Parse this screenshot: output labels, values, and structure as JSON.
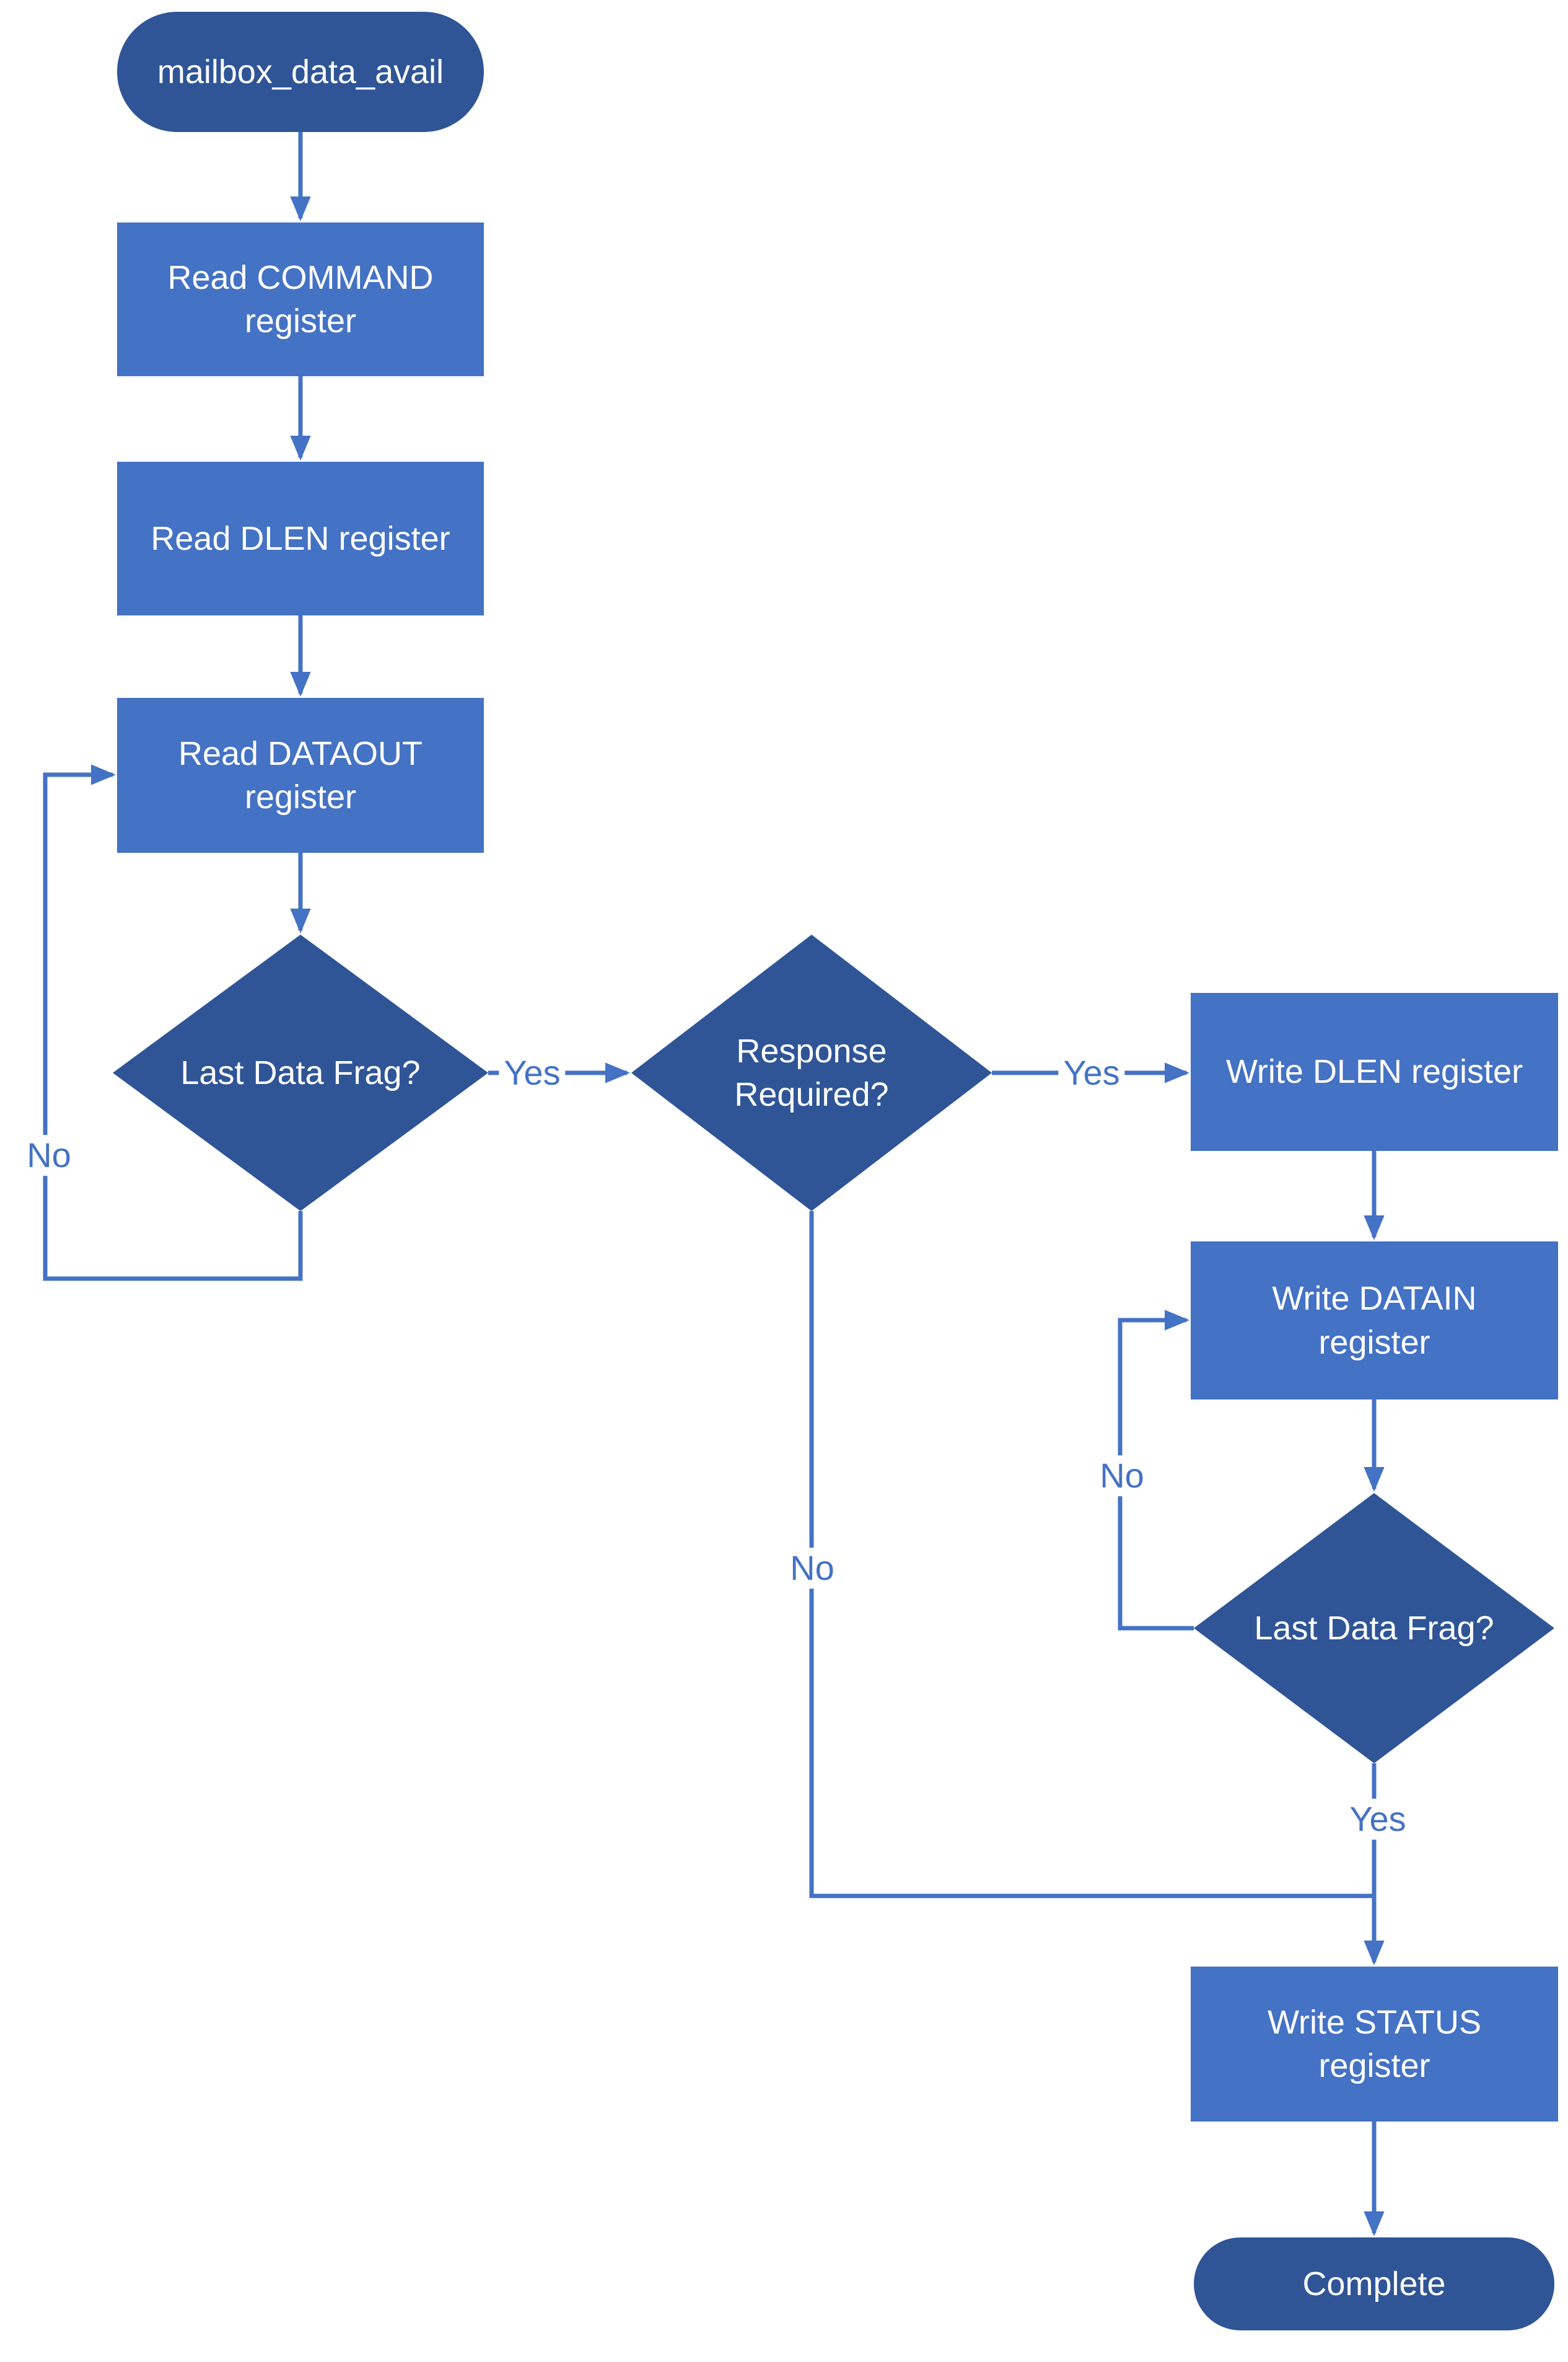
{
  "diagram": {
    "nodes": {
      "start": {
        "type": "terminator",
        "label": "mailbox_data_avail"
      },
      "read_command": {
        "type": "process",
        "label": "Read COMMAND\nregister"
      },
      "read_dlen": {
        "type": "process",
        "label": "Read DLEN register"
      },
      "read_dataout": {
        "type": "process",
        "label": "Read DATAOUT\nregister"
      },
      "last_frag_read": {
        "type": "decision",
        "label": "Last Data Frag?"
      },
      "response_required": {
        "type": "decision",
        "label": "Response\nRequired?"
      },
      "write_dlen": {
        "type": "process",
        "label": "Write DLEN register"
      },
      "write_datain": {
        "type": "process",
        "label": "Write DATAIN\nregister"
      },
      "last_frag_write": {
        "type": "decision",
        "label": "Last Data Frag?"
      },
      "write_status": {
        "type": "process",
        "label": "Write STATUS\nregister"
      },
      "complete": {
        "type": "terminator",
        "label": "Complete"
      }
    },
    "edge_labels": {
      "read_frag_yes": "Yes",
      "read_frag_no": "No",
      "response_yes": "Yes",
      "response_no": "No",
      "write_frag_no": "No",
      "write_frag_yes": "Yes"
    },
    "edges": [
      {
        "from": "start",
        "to": "read_command"
      },
      {
        "from": "read_command",
        "to": "read_dlen"
      },
      {
        "from": "read_dlen",
        "to": "read_dataout"
      },
      {
        "from": "read_dataout",
        "to": "last_frag_read"
      },
      {
        "from": "last_frag_read",
        "to": "response_required",
        "label": "Yes"
      },
      {
        "from": "last_frag_read",
        "to": "read_dataout",
        "label": "No"
      },
      {
        "from": "response_required",
        "to": "write_dlen",
        "label": "Yes"
      },
      {
        "from": "response_required",
        "to": "write_status",
        "label": "No"
      },
      {
        "from": "write_dlen",
        "to": "write_datain"
      },
      {
        "from": "write_datain",
        "to": "last_frag_write"
      },
      {
        "from": "last_frag_write",
        "to": "write_datain",
        "label": "No"
      },
      {
        "from": "last_frag_write",
        "to": "write_status",
        "label": "Yes"
      },
      {
        "from": "write_status",
        "to": "complete"
      }
    ],
    "colors": {
      "process-fill": "#4472C4",
      "decision-fill": "#2F5597",
      "terminator-fill": "#2F5597",
      "connector": "#4472C4",
      "edge-label-color": "#4472C4",
      "node-text": "#FFFFFF",
      "background": "#FFFFFF"
    }
  }
}
